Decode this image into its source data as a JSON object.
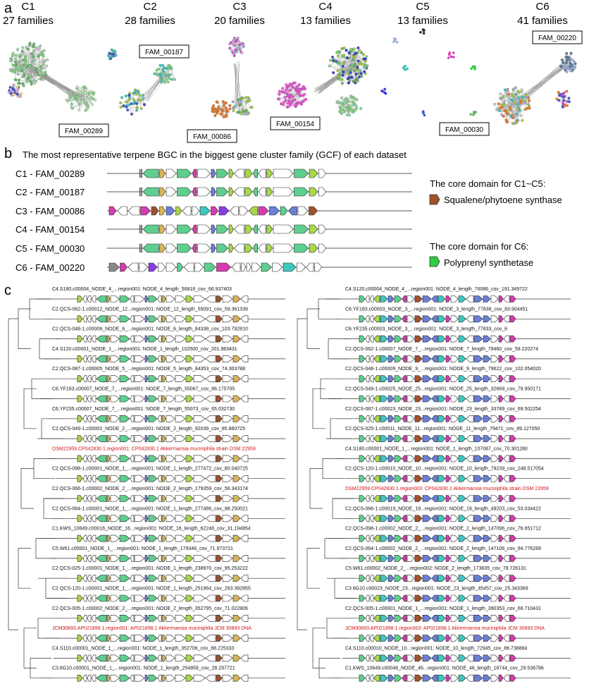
{
  "panel_a": {
    "label": "a",
    "clusters": [
      {
        "name": "C1",
        "families": "27 families"
      },
      {
        "name": "C2",
        "families": "28 families"
      },
      {
        "name": "C3",
        "families": "20 families"
      },
      {
        "name": "C4",
        "families": "13  families"
      },
      {
        "name": "C5",
        "families": "13 families"
      },
      {
        "name": "C6",
        "families": "41 families"
      }
    ],
    "family_boxes": [
      "FAM_00289",
      "FAM_00187",
      "FAM_00086",
      "FAM_00154",
      "FAM_00030",
      "FAM_00220"
    ]
  },
  "panel_b": {
    "label": "b",
    "title": "The most representative terpene BGC in the biggest gene cluster family (GCF) of each dataset",
    "rows": [
      "C1 - FAM_00289",
      "C2 - FAM_00187",
      "C3 - FAM_00086",
      "C4 - FAM_00154",
      "C5 - FAM_00030",
      "C6 - FAM_00220"
    ],
    "legend": {
      "title1": "The core domain for C1~C5:",
      "item1": "Squalene/phytoene synthase",
      "title2": "The core domain for C6:",
      "item2": "Polyprenyl synthetase",
      "color1": "#a0522d",
      "color2": "#33cc44"
    }
  },
  "panel_c": {
    "label": "c",
    "left": [
      {
        "text": "C4.S180.c00004_NODE_4_...region001: NODE_4_length_56818_cov_66.937403",
        "ref": false
      },
      {
        "text": "C2.QCS-062-1.c00012_NODE_12...region001: NODE_12_length_55091_cov_59.361339",
        "ref": false
      },
      {
        "text": "C2.QCS-048-1.c00006_NODE_6_...region001: NODE_6_length_84338_cov_103.792810",
        "ref": false
      },
      {
        "text": "C4.S120.c00001_NODE_1_...region001: NODE_1_length_102500_cov_201.983431",
        "ref": false
      },
      {
        "text": "C2.QCS-087-1.c00005_NODE_5_...region001: NODE_5_length_84353_cov_74.303788",
        "ref": false
      },
      {
        "text": "C6.YF183.c00007_NODE_7_...region001: NODE_7_length_55067_cov_86.175705",
        "ref": false
      },
      {
        "text": "C6.YF235.c00007_NODE_7_...region001: NODE_7_length_55073_cov_65.032730",
        "ref": false
      },
      {
        "text": "C2.QCS-049-1.c00002_NODE_2_...region001: NODE_2_length_92039_cov_85.860725",
        "ref": false
      },
      {
        "text": "DSM22959.CP042830.1.region001: CP042830.1 Akkermansia muciniphila strain DSM 22959",
        "ref": true
      },
      {
        "text": "C2.QCS-098-1.c00001_NODE_1_...region001: NODE_1_length_277472_cov_80.040725",
        "ref": false
      },
      {
        "text": "C2.QCS-066-1.c00002_NODE_2_...region001: NODE_2_length_179359_cov_56.343174",
        "ref": false
      },
      {
        "text": "C2.QCS-064-1.c00001_NODE_1_...region001: NODE_1_length_277486_cov_98.250021",
        "ref": false
      },
      {
        "text": "C1.KWS_10649.c00016_NODE_16...region001: NODE_16_length_62248_cov_31.194854",
        "ref": false
      },
      {
        "text": "C5.W61.c00001_NODE_1_...region001: NODE_1_length_179346_cov_71.973721",
        "ref": false
      },
      {
        "text": "C2.QCS-025-1.c00001_NODE_1_...region001: NODE_1_length_238970_cov_95.253222",
        "ref": false
      },
      {
        "text": "C2.QCS-120-1.c00001_NODE_1_...region001: NODE_1_length_251964_cov_263.392855",
        "ref": false
      },
      {
        "text": "C2.QCS-005-1.c00002_NODE_2_...region001: NODE_2_length_352795_cov_71.022806",
        "ref": false
      },
      {
        "text": "JCM30893.AP021898.1.region001: AP021898.1 Akkermansia muciniphila JCM 30893 DNA",
        "ref": true
      },
      {
        "text": "C4.S110.c00001_NODE_1_...region001: NODE_1_length_352706_cov_88.225333",
        "ref": false
      },
      {
        "text": "C3.6G10.c00001_NODE_1_...region001: NODE_1_length_254859_cov_28.297721",
        "ref": false
      }
    ],
    "right": [
      {
        "text": "C4.S120.c00004_NODE_4_...region001: NODE_4_length_76086_cov_191.349722",
        "ref": false
      },
      {
        "text": "C6.YF183.c00003_NODE_3_...region001: NODE_3_length_77838_cov_83.904451",
        "ref": false
      },
      {
        "text": "C6.YF235.c00003_NODE_3_...region001: NODE_3_length_77833_cov_6",
        "ref": false
      },
      {
        "text": "C2.QCS-062-1.c00007_NODE_7_...region001: NODE_7_length_79460_cov_59.220274",
        "ref": false
      },
      {
        "text": "C2.QCS-048-1.c00009_NODE_9_...region001: NODE_9_length_79622_cov_102.054020",
        "ref": false
      },
      {
        "text": "C2.QCS-049-1.c00025_NODE_25...region001: NODE_25_length_32669_cov_79.950171",
        "ref": false
      },
      {
        "text": "C2.QCS-087-1.c00023_NODE_23...region001: NODE_23_length_33789_cov_69.502254",
        "ref": false
      },
      {
        "text": "C2.QCS-025-1.c00011_NODE_11...region001: NODE_11_length_79471_cov_89.127050",
        "ref": false
      },
      {
        "text": "C4.S180.c00001_NODE_1_...region001: NODE_1_length_107087_cov_70.301280",
        "ref": false
      },
      {
        "text": "C2.QCS-120-1.c00010_NODE_10...region001: NODE_10_length_79239_cov_248.517054",
        "ref": false
      },
      {
        "text": "DSM22959.CP042830.1.region003: CP042830.1 Akkermansia muciniphila strain DSM 22959",
        "ref": true
      },
      {
        "text": "C2.QCS-066-1.c00019_NODE_19...region001: NODE_19_length_49203_cov_53.034422",
        "ref": false
      },
      {
        "text": "C2.QCS-098-1.c00002_NODE_2_...region001: NODE_2_length_147096_cov_76.651712",
        "ref": false
      },
      {
        "text": "C2.QCS-064-1.c00002_NODE_2_...region001: NODE_2_length_147106_cov_94.776289",
        "ref": false
      },
      {
        "text": "C5.W61.c00002_NODE_2_...region002: NODE_2_length_173835_cov_78.726131",
        "ref": false
      },
      {
        "text": "C3.6G10.c00023_NODE_23...region001: NODE_23_length_45457_cov_25.343389",
        "ref": false
      },
      {
        "text": "C2.QCS-005-1.c00001_NODE_1_...region001: NODE_1_length_390353_cov_66.710431",
        "ref": false
      },
      {
        "text": "JCM30893.AP021898.1.region003: AP021898.1 Akkermansia muciniphila JCM 30893 DNA",
        "ref": true
      },
      {
        "text": "C4.S110.c00010_NODE_10...region001: NODE_10_length_72945_cov_86.738884",
        "ref": false
      },
      {
        "text": "C1.KWS_10649.c00046_NODE_46...region001: NODE_46_length_18744_cov_29.536786",
        "ref": false
      }
    ]
  },
  "colors": {
    "ref_text": "#cc1111",
    "gene_white": "#ffffff",
    "gene_green": "#5fcf8f",
    "gene_lime": "#a8d84a",
    "gene_tan": "#d8b45a",
    "gene_blue": "#6b7fd6",
    "gene_brown": "#a0522d",
    "gene_magenta": "#d63cb0",
    "gene_purple": "#8a3ee0",
    "gene_teal": "#3fc7c0",
    "gene_gray": "#8a8a8a"
  }
}
